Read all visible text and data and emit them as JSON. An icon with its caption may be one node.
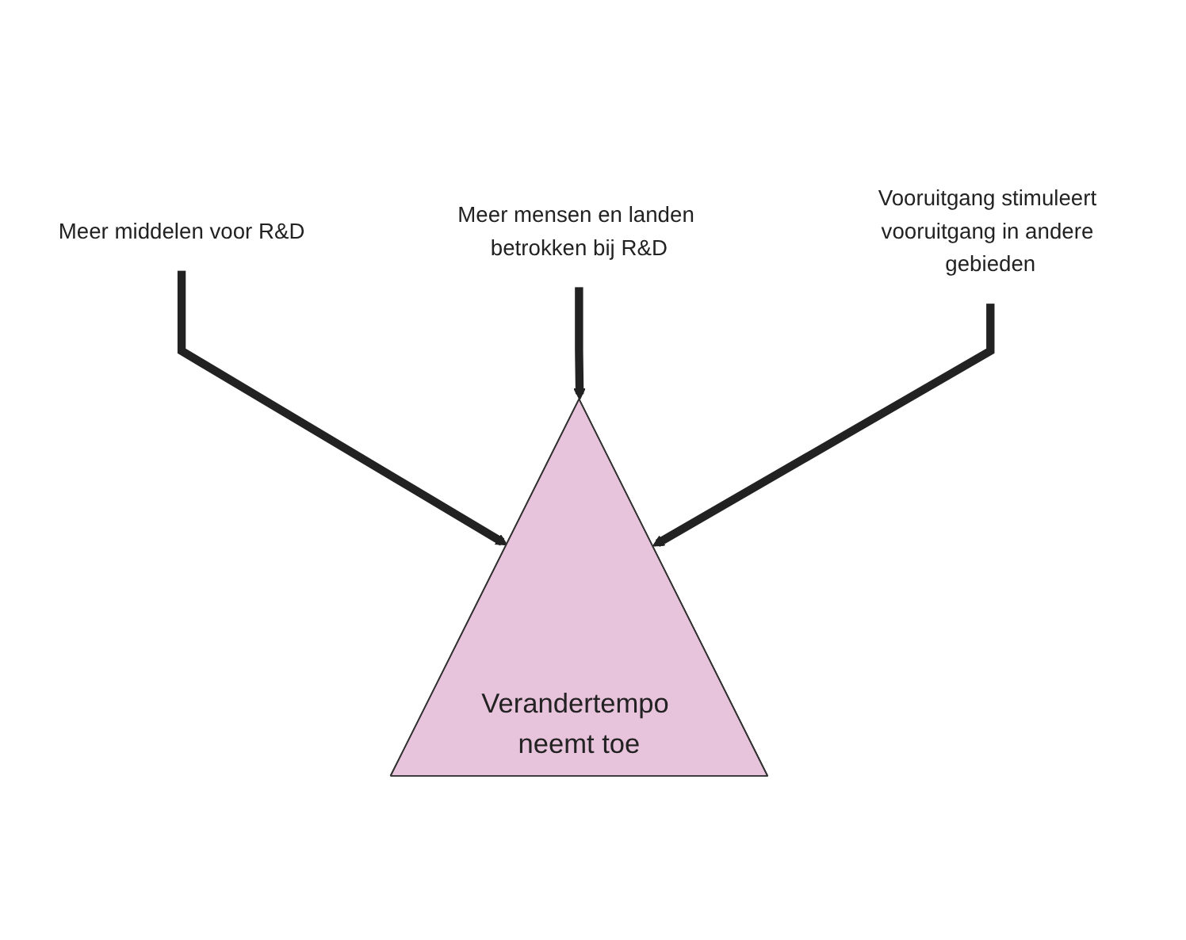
{
  "diagram": {
    "nodes": [
      {
        "text": [
          "Meer middelen voor R&D"
        ]
      },
      {
        "text": [
          "Verandertempo neemt toe"
        ]
      },
      {
        "text": [
          "Meer mensen en landen betrokken bij R&D"
        ]
      },
      {
        "text": [
          "Vooruitgang stimuleert vooruitgang in andere gebieden"
        ]
      }
    ],
    "edges": [
      {
        "from": 0,
        "to": 1,
        "arrow": "to"
      },
      {
        "from": 2,
        "to": 1,
        "arrow": "to"
      },
      {
        "from": 3,
        "to": 1,
        "arrow": "to"
      }
    ]
  }
}
